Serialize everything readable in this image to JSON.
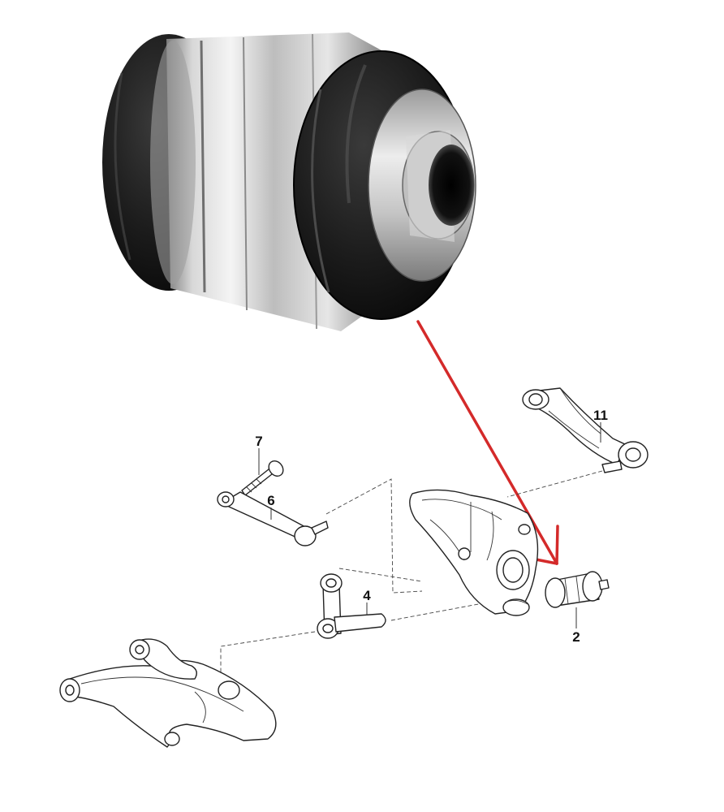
{
  "callouts": {
    "c2": "2",
    "c4": "4",
    "c6": "6",
    "c7": "7",
    "c11": "11"
  },
  "colors": {
    "arrow": "#d42a2a",
    "rubber": "#1a1a1a",
    "metal": "#c8c8c8",
    "line_art": "#222222"
  }
}
